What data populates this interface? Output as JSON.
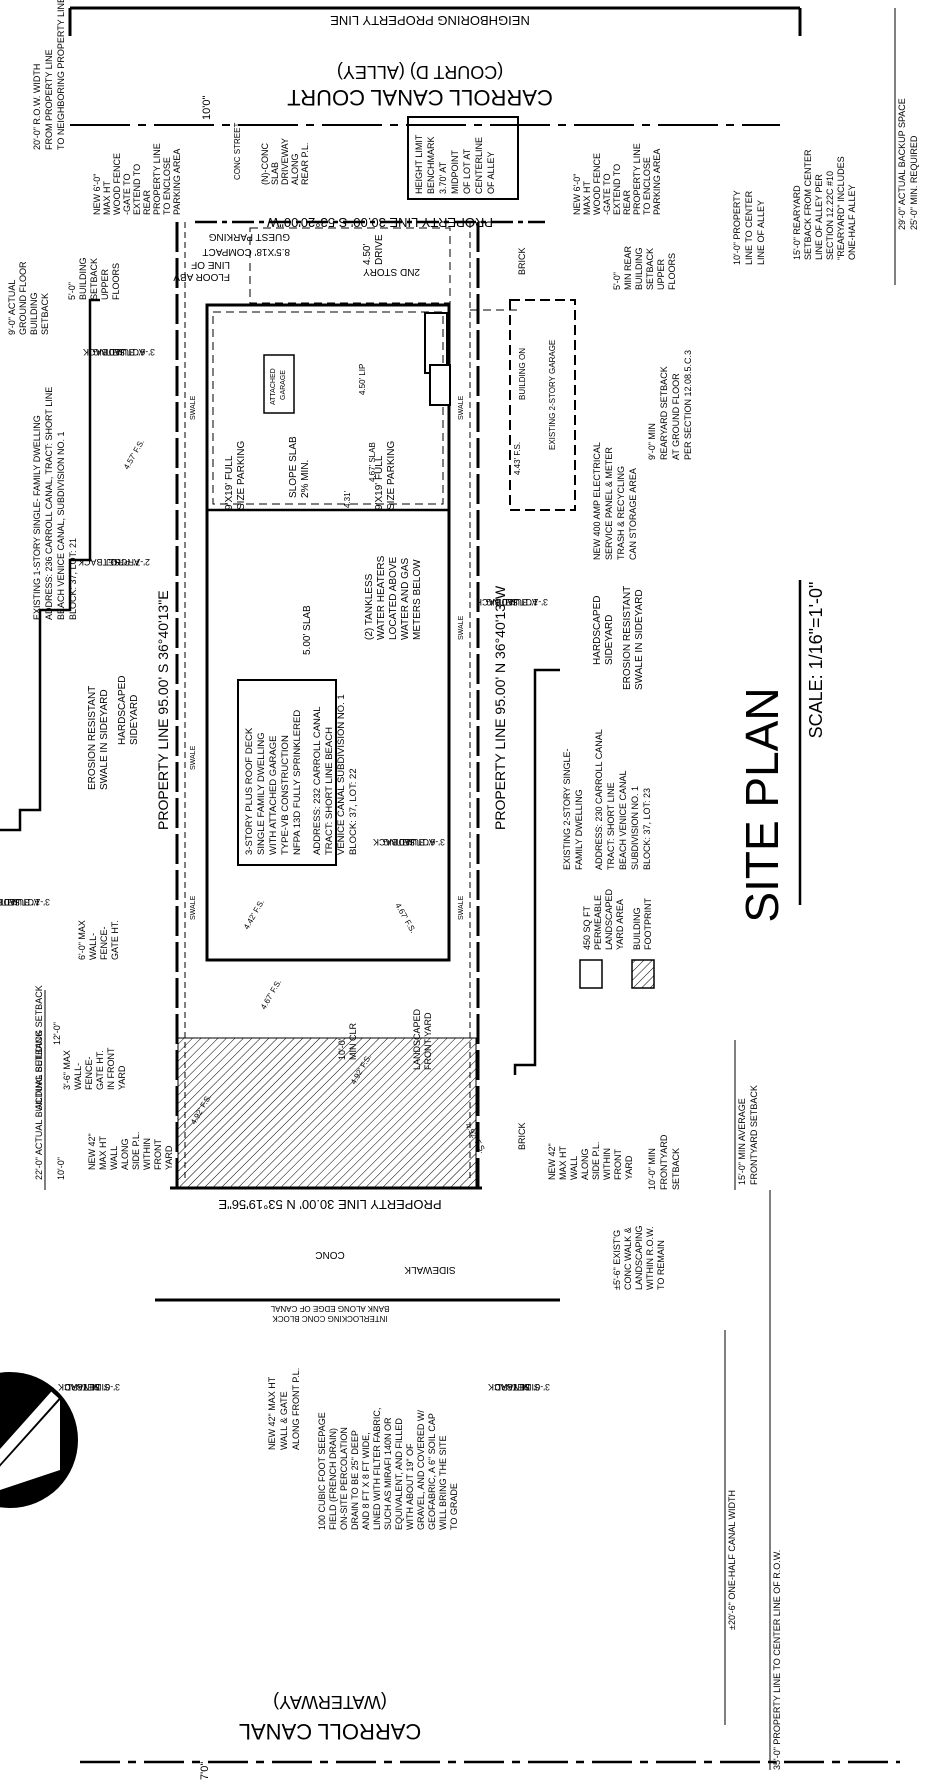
{
  "title": "SITE PLAN",
  "scale": "SCALE: 1/16\"=1'-0\"",
  "streets": {
    "alley_name": "CARROLL CANAL COURT",
    "alley_sub": "(COURT D) (ALLEY)",
    "canal_name": "CARROLL CANAL",
    "canal_sub": "(WATERWAY)",
    "neighboring": "NEIGHBORING PROPERTY LINE"
  },
  "property_lines": {
    "rear": "PROPERTY LINE 30.00' S 53°20'00\"W",
    "front": "PROPERTY LINE 30.00' N 53°19'56\"E",
    "left": "PROPERTY LINE 95.00' S 36°40'13\"E",
    "right": "PROPERTY LINE 95.00' N 36°40'13\"W"
  },
  "building": {
    "desc": [
      "3-STORY PLUS ROOF DECK",
      "SINGLE FAMILY DWELLING",
      "WITH ATTACHED GARAGE",
      "TYPE-VB CONSTRUCTION",
      "NFPA 13D FULLY SPRINKLERED"
    ],
    "address": [
      "ADDRESS: 232 CARROLL CANAL",
      "TRACT: SHORT LINE BEACH",
      "VENICE CANAL SUBDIVISION NO. 1",
      "BLOCK: 37, LOT: 22"
    ],
    "garage": [
      "ATTACHED",
      "GARAGE"
    ],
    "parking_left": [
      "9'X19' FULL",
      "SIZE PARKING"
    ],
    "parking_right": [
      "9'X19' FULL",
      "SIZE PARKING"
    ],
    "slope": [
      "SLOPE SLAB",
      "2% MIN."
    ],
    "slab": "5.00' SLAB",
    "heaters": [
      "(2) TANKLESS",
      "WATER HEATERS",
      "LOCATED ABOVE",
      "WATER AND GAS",
      "METERS BELOW"
    ]
  },
  "neighbors": {
    "left": [
      "EXISTING 1-STORY SINGLE- FAMILY DWELLING",
      "ADDRESS: 236 CARROLL CANAL, TRACT: SHORT LINE",
      "BEACH VENICE CANAL, SUBDIVISION NO. 1",
      "BLOCK: 37, LOT: 21"
    ],
    "right": [
      "EXISTING 2-STORY SINGLE-",
      "FAMILY DWELLING",
      "ADDRESS: 230 CARROLL CANAL",
      "TRACT: SHORT LINE",
      "BEACH VENICE CANAL",
      "SUBDIVISION NO. 1",
      "BLOCK: 37, LOT: 23"
    ],
    "garage": "EXISTING 2-STORY GARAGE"
  },
  "notes": {
    "row_width": [
      "20'-0\" R.O.W. WIDTH",
      "FROM PROPERTY LINE",
      "TO NEIGHBORING PROPERTY LINE"
    ],
    "fence_left": [
      "NEW 6'-0\"",
      "MAX HT",
      "WOOD FENCE",
      "-GATE TO",
      "EXTEND TO",
      "REAR",
      "PROPERTY LINE",
      "TO ENCLOSE",
      "PARKING AREA"
    ],
    "fence_right": [
      "NEW 6'-0\"",
      "MAX HT",
      "WOOD FENCE",
      "-GATE TO",
      "EXTEND TO",
      "REAR",
      "PROPERTY LINE",
      "TO ENCLOSE",
      "PARKING AREA"
    ],
    "conc_street": "CONC STREET",
    "driveway": [
      "(N)-CONC",
      "SLAB",
      "DRIVEWAY",
      "ALONG",
      "REAR P.L."
    ],
    "benchmark": [
      "HEIGHT LIMIT",
      "BENCHMARK",
      "3.70' AT",
      "MIDPOINT",
      "OF LOT AT",
      "CENTERLINE",
      "OF ALLEY"
    ],
    "rear_dims": [
      "10'-0\" PROPERTY",
      "LINE TO CENTER",
      "LINE OF ALLEY"
    ],
    "rearyard_note": [
      "15'-0\" REARYARD",
      "SETBACK FROM CENTER",
      "LINE OF ALLEY PER",
      "SECTION 12.22C #10",
      "\"REARYARD\" INCLUDES",
      "ONE-HALF ALLEY"
    ],
    "backup": [
      "29'-0\" ACTUAL BACKUP SPACE",
      "25'-0\" MIN. REQUIRED"
    ],
    "guest": [
      "8.5'X18' COMPACT",
      "GUEST PARKING"
    ],
    "drive": [
      "4.50'",
      "DRIVE"
    ],
    "line_of_floor": [
      "LINE OF",
      "FLOOR ABV"
    ],
    "story2": "2ND STORY",
    "setback_9": [
      "9'-0\" ACTUAL",
      "GROUND FLOOR",
      "BUILDING",
      "SETBACK"
    ],
    "setback_5": [
      "5'-0\"",
      "BUILDING",
      "SETBACK",
      "UPPER",
      "FLOORS"
    ],
    "rear_min": [
      "5'-0\"",
      "MIN REAR",
      "BUILDING",
      "SETBACK",
      "UPPER",
      "FLOORS"
    ],
    "building_on": "BUILDING ON",
    "rearyard_min": [
      "9'-0\" MIN",
      "REARYARD SETBACK",
      "AT GROUND FLOOR",
      "PER SECTION 12.08.5.C.3"
    ],
    "electrical": [
      "NEW 400 AMP ELECTRICAL",
      "SERVICE PANEL & METER",
      "TRASH & RECYCLING",
      "CAN STORAGE AREA"
    ],
    "actual_setback": [
      "3'-6\"",
      "ACTUAL",
      "BUILDING",
      "SETBACK"
    ],
    "arch_proj": [
      "2'-7\"",
      "ARCH.",
      "PROJ.",
      "SETBACK"
    ],
    "erosion": [
      "EROSION RESISTANT",
      "SWALE IN SIDEYARD"
    ],
    "hardscaped": [
      "HARDSCAPED",
      "SIDEYARD"
    ],
    "actual_1": [
      "3'-1\"",
      "ACTUAL",
      "BUILDING",
      "SETBACK"
    ],
    "actual_3_1": [
      "3'-1\"",
      "ACTUAL",
      "BUILDING",
      "SETBACK"
    ],
    "permeable": [
      "450 SQ FT",
      "PERMEABLE",
      "LANDSCAPED",
      "YARD AREA"
    ],
    "footprint": [
      "BUILDING",
      "FOOTPRINT"
    ],
    "wall_fence": [
      "6'-0\" MAX",
      "WALL-",
      "FENCE-",
      "GATE HT."
    ],
    "wall_fence_front": [
      "3'-6\" MAX",
      "WALL-",
      "FENCE-",
      "GATE HT.",
      "IN FRONT",
      "YARD"
    ],
    "landscaped": [
      "LANDSCAPED",
      "FRONT YARD"
    ],
    "min_clr": [
      "10'-0\"",
      "MIN CLR"
    ],
    "actual_setback_12": "12'-0\"",
    "actual_setback_label": "ACTUAL BUILDING SETBACK",
    "actual_22": "22'-0\" ACTUAL BUILDING SETBACK",
    "front_10": "10'-0\"",
    "new_wall": [
      "NEW 42\"",
      "MAX HT",
      "WALL",
      "ALONG",
      "SIDE P.L.",
      "WITHIN",
      "FRONT",
      "YARD"
    ],
    "frontyard_min": [
      "10'-0\" MIN",
      "FRONTYARD",
      "SETBACK"
    ],
    "frontyard_avg": [
      "15'-0\" MIN AVERAGE",
      "FRONTYARD SETBACK"
    ],
    "sidewalk": "SIDEWALK",
    "conc": "CONC",
    "brick": "BRICK",
    "walk": [
      "±5'-6\" EXIST'G",
      "CONC WALK &",
      "LANDSCAPING",
      "WITHIN R.O.W.",
      "TO REMAIN"
    ],
    "interlocking": [
      "BANK ALONG EDGE OF CANAL",
      "INTERLOCKING CONC BLOCK"
    ],
    "sideyard_min": [
      "3'-0\" MIN",
      "SIDEYARD",
      "SETBACK"
    ],
    "front_wall": [
      "NEW 42\" MAX HT",
      "WALL & GATE",
      "ALONG FRONT P.L."
    ],
    "seepage": [
      "100 CUBIC FOOT SEEPAGE",
      "FIELD (FRENCH DRAIN)",
      "ON-SITE PERCOLATION",
      "DRAIN TO BE 25\" DEEP",
      "AND 8 FT X 8 FT WIDE,",
      "LINED WITH FILTER FABRIC,",
      "SUCH AS MIRAFI 140N OR",
      "EQUIVALENT, AND FILLED",
      "WITH ABOUT 19\" OF",
      "GRAVEL, AND COVERED W/",
      "GEOFABRIC, A 6\" SOIL CAP",
      "WILL BRING THE SITE",
      "TO GRADE"
    ],
    "half_canal": "±20'-6\" ONE-HALF CANAL WIDTH",
    "center_row": "35'-0\" PROPERTY LINE TO CENTER LINE OF R.O.W.",
    "swale": "SWALE",
    "elev_top": "10'0\"",
    "elev_bottom": "7'0\""
  },
  "spot_elevations": [
    "4.57' F.S.",
    "4.50' LIP",
    "4.67' SLAB",
    "4.31'",
    "4.43' F.S.",
    "4.42' F.S.",
    "4.67' F.S.",
    "4.67' F.S.",
    "4.92' F.S.",
    "4.92' F.S.",
    "4.92' F.S."
  ]
}
